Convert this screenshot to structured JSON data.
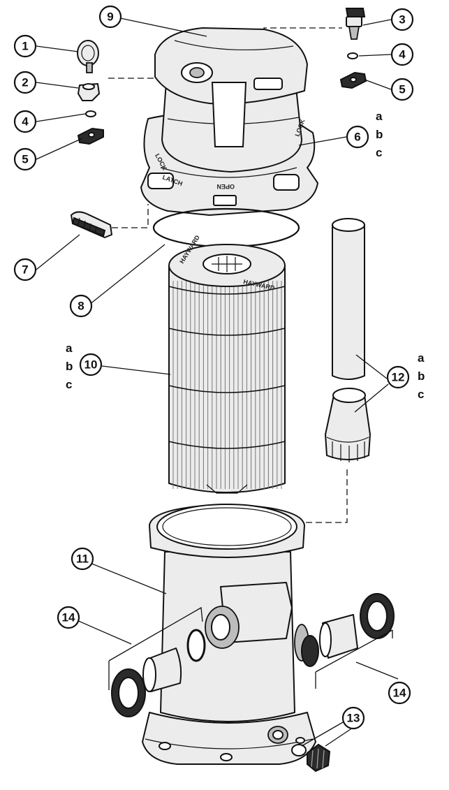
{
  "callouts": [
    {
      "id": "c1",
      "label": "1"
    },
    {
      "id": "c2",
      "label": "2"
    },
    {
      "id": "c3",
      "label": "3"
    },
    {
      "id": "c4a",
      "label": "4"
    },
    {
      "id": "c4b",
      "label": "4"
    },
    {
      "id": "c5a",
      "label": "5"
    },
    {
      "id": "c5b",
      "label": "5"
    },
    {
      "id": "c6",
      "label": "6"
    },
    {
      "id": "c7",
      "label": "7"
    },
    {
      "id": "c8",
      "label": "8"
    },
    {
      "id": "c9",
      "label": "9"
    },
    {
      "id": "c10",
      "label": "10"
    },
    {
      "id": "c11",
      "label": "11"
    },
    {
      "id": "c12",
      "label": "12"
    },
    {
      "id": "c13",
      "label": "13"
    },
    {
      "id": "c14a",
      "label": "14"
    },
    {
      "id": "c14b",
      "label": "14"
    }
  ],
  "variants": {
    "part6": [
      "a",
      "b",
      "c"
    ],
    "part10": [
      "a",
      "b",
      "c"
    ],
    "part12": [
      "a",
      "b",
      "c"
    ]
  },
  "lid_stamps": {
    "lock_left": "LOCK",
    "latch": "LATCH",
    "open": "OPEN",
    "lock_right": "LOCK"
  },
  "cartridge_brand": "HAYWARD"
}
